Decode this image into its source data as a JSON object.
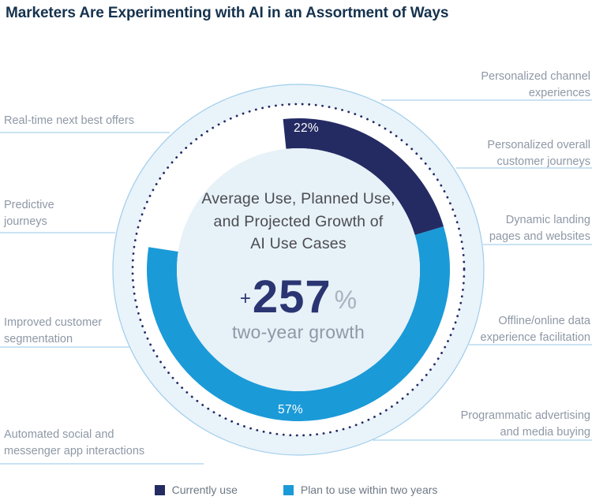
{
  "title": "Marketers Are Experimenting with AI in an Assortment of Ways",
  "chart_data": {
    "type": "pie",
    "subtype": "donut",
    "title": "Average Use, Planned Use, and Projected Growth of AI Use Cases",
    "center_text": {
      "heading_lines": "Average Use, Planned Use,\nand Projected Growth of\nAI Use Cases",
      "plus_sign": "+",
      "growth_value": "257",
      "percent_sign": "%",
      "growth_caption": "two-year growth"
    },
    "series": [
      {
        "name": "Currently use",
        "value_pct": 22,
        "label": "22%",
        "color": "#242b63"
      },
      {
        "name": "Plan to use within two years",
        "value_pct": 57,
        "label": "57%",
        "color": "#1b9ad8"
      }
    ],
    "unassigned_pct": 21,
    "start_angle_deg": -5.8,
    "legend_position": "bottom",
    "legend": [
      {
        "label": "Currently use",
        "color": "#242b63"
      },
      {
        "label": "Plan to use within two years",
        "color": "#1b9ad8"
      }
    ],
    "use_cases": [
      "Personalized channel\nexperiences",
      "Personalized overall\ncustomer journeys",
      "Dynamic landing\npages and websites",
      "Offline/online data\nexperience facilitation",
      "Programmatic advertising\nand media buying",
      "Automated social and\nmessenger app interactions",
      "Improved customer\nsegmentation",
      "Predictive\njourneys",
      "Real-time next best offers"
    ]
  },
  "colors": {
    "navy": "#242b63",
    "bright_blue": "#1b9ad8",
    "pale_azure_fill": "#e9f3fa",
    "inner_disk_fill": "#e7f1f8",
    "circle_stroke": "#9fcdeb",
    "leader_line": "#a9d2ec",
    "label_gray": "#8e98a6",
    "title_navy": "#15324e"
  }
}
